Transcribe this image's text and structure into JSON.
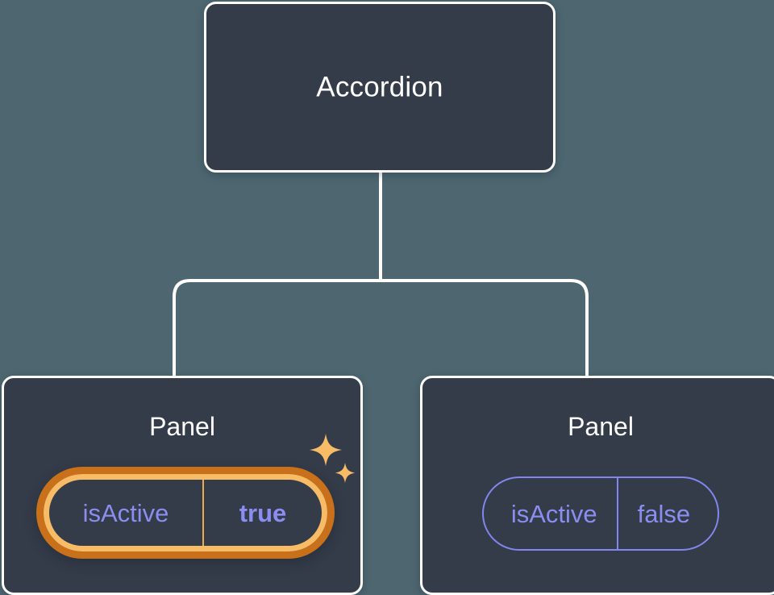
{
  "diagram": {
    "type": "component-tree",
    "background_color": "#4d6670",
    "node_fill_color": "#343b49",
    "node_border_color": "#ffffff",
    "connector_color": "#ffffff",
    "prop_text_color": "#8b8ef0",
    "prop_border_color": "#8286ee",
    "highlight_outer_color": "#c8701a",
    "highlight_inner_color": "#f8bc66",
    "sparkle_color": "#f8bc66"
  },
  "root": {
    "label": "Accordion"
  },
  "panels": [
    {
      "label": "Panel",
      "prop": {
        "key": "isActive",
        "value": "true"
      },
      "highlighted": true,
      "sparkles": 2
    },
    {
      "label": "Panel",
      "prop": {
        "key": "isActive",
        "value": "false"
      },
      "highlighted": false,
      "sparkles": 0
    }
  ]
}
